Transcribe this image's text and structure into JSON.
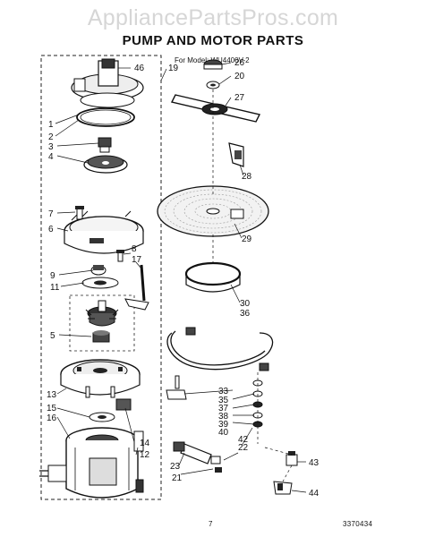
{
  "watermark": "AppliancePartsPros.com",
  "title": "PUMP AND MOTOR PARTS",
  "model_line": "For Model: WU4400V-2",
  "page_number": "7",
  "document_code": "3370434",
  "callouts": {
    "c46": "46",
    "c1": "1",
    "c2": "2",
    "c3": "3",
    "c4": "4",
    "c7": "7",
    "c6": "6",
    "c8": "8",
    "c17": "17",
    "c9": "9",
    "c11": "11",
    "c5": "5",
    "c13": "13",
    "c15": "15",
    "c16": "16",
    "c14": "14",
    "c12": "12",
    "c19": "19",
    "c26": "26",
    "c20": "20",
    "c27": "27",
    "c28": "28",
    "c29": "29",
    "c30": "30",
    "c36": "36",
    "c33": "33",
    "c35": "35",
    "c37": "37",
    "c38": "38",
    "c39": "39",
    "c40": "40",
    "c42": "42",
    "c22": "22",
    "c23": "23",
    "c21": "21",
    "c43": "43",
    "c44": "44"
  }
}
